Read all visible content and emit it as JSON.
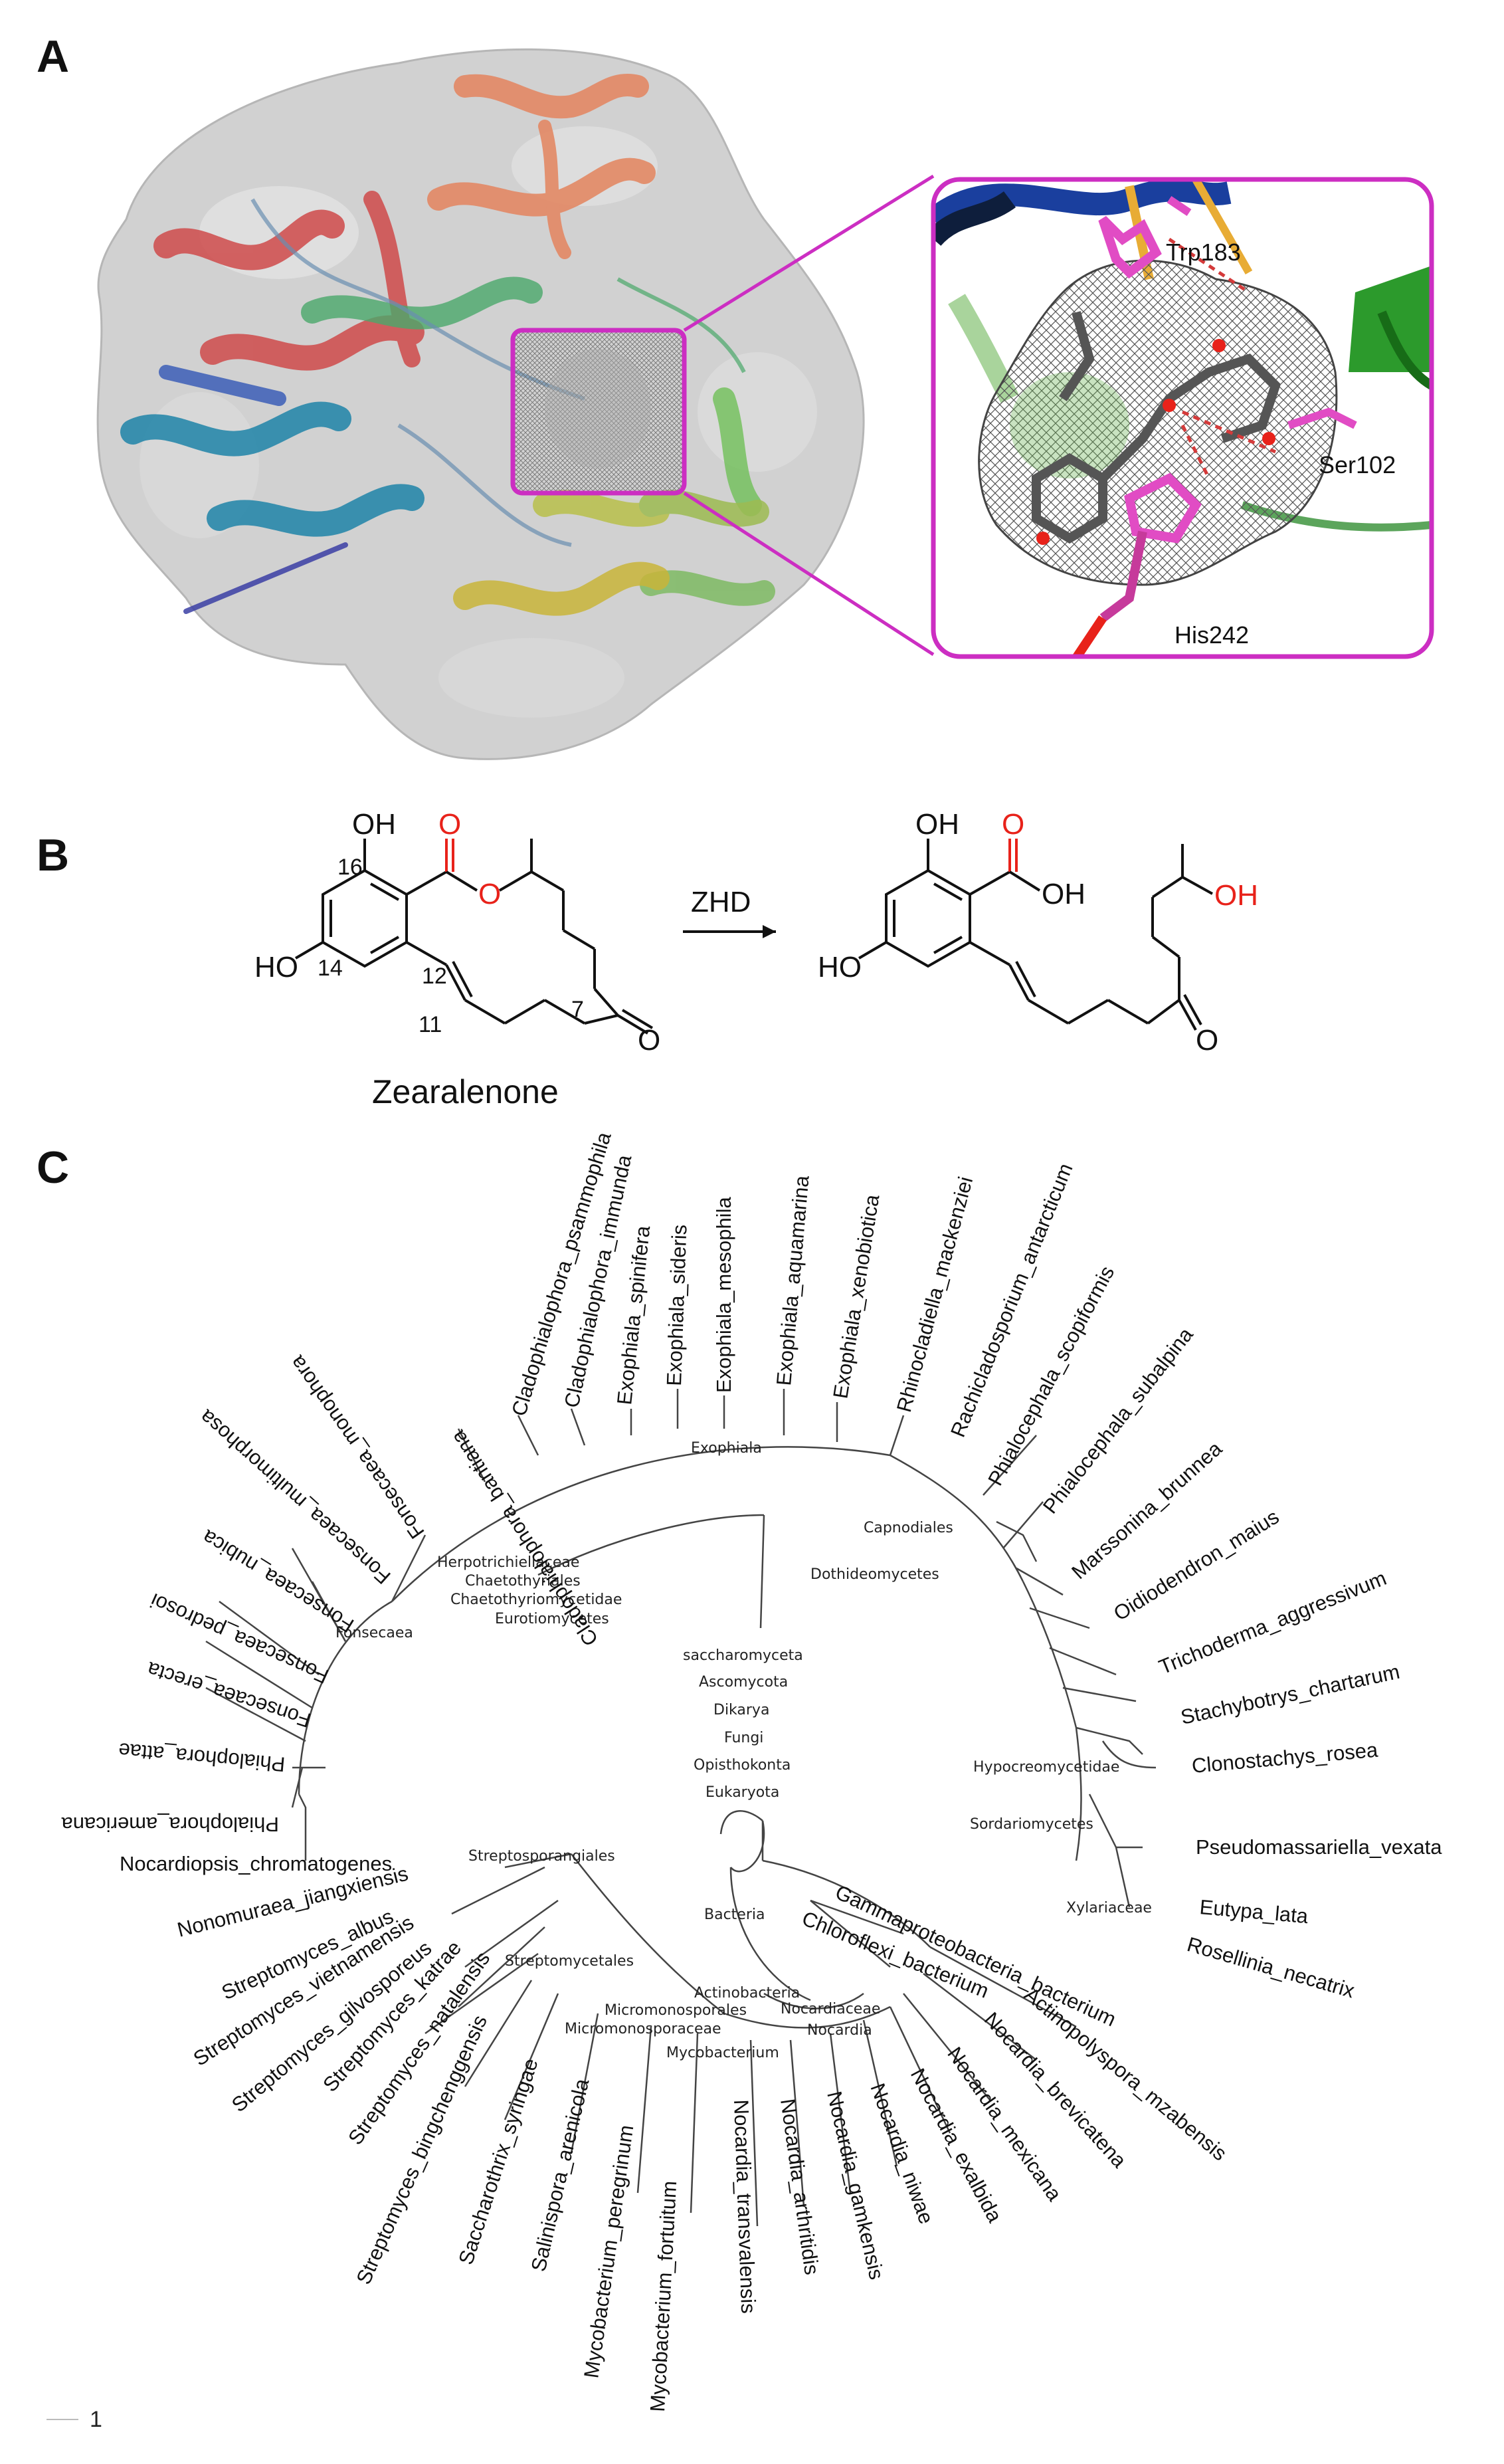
{
  "panels": {
    "a": {
      "letter": "A",
      "residues": [
        "Trp183",
        "Ser102",
        "His242"
      ]
    },
    "b": {
      "letter": "B",
      "reagent": "ZHD",
      "compound_name": "Zearalenone",
      "atoms": {
        "oh_top_left": "OH",
        "ho_left": "HO",
        "o_ester_carbonyl": "O",
        "o_ester_ring": "O",
        "o_ketone_left": "O",
        "oh_top_right": "OH",
        "o_acid": "O",
        "oh_acid": "OH",
        "ho_right": "HO",
        "oh_red": "OH",
        "o_ketone_right": "O"
      },
      "carbon_numbers": [
        "16",
        "14",
        "12",
        "11",
        "7"
      ]
    },
    "c": {
      "letter": "C",
      "clades": [
        "Herpotrichiellaceae",
        "Chaetothyriales",
        "Chaetothyriomycetidae",
        "Eurotiomycetes",
        "Fonsecaea",
        "Exophiala",
        "Capnodiales",
        "Dothideomycetes",
        "Hypocreomycetidae",
        "Sordariomycetes",
        "Xylariaceae",
        "saccharomyceta",
        "Ascomycota",
        "Dikarya",
        "Fungi",
        "Opisthokonta",
        "Eukaryota",
        "Bacteria",
        "Streptosporangiales",
        "Streptomycetales",
        "Actinobacteria",
        "Micromonosporales",
        "Micromonosporaceae",
        "Nocardiaceae",
        "Nocardia",
        "Mycobacterium"
      ],
      "leaves": [
        "Cladophialophora_psammophila",
        "Cladophialophora_immunda",
        "Exophiala_spinifera",
        "Exophiala_sideris",
        "Exophiala_mesophila",
        "Exophiala_aquamarina",
        "Exophiala_xenobiotica",
        "Rhinocladiella_mackenziei",
        "Rachicladosporium_antarcticum",
        "Cladophialophora_bantiana",
        "Fonsecaea_monophora",
        "Fonsecaea_multimorphosa",
        "Fonsecaea_nubica",
        "Fonsecaea_pedrosoi",
        "Fonsecaea_erecta",
        "Phialophora_attae",
        "Phialophora_americana",
        "Phialocephala_scopiformis",
        "Phialocephala_subalpina",
        "Marssonina_brunnea",
        "Oidiodendron_maius",
        "Trichoderma_aggressivum",
        "Stachybotrys_chartarum",
        "Clonostachys_rosea",
        "Pseudomassariella_vexata",
        "Eutypa_lata",
        "Rosellinia_necatrix",
        "Nocardiopsis_chromatogenes",
        "Nonomuraea_jiangxiensis",
        "Streptomyces_albus",
        "Streptomyces_vietnamensis",
        "Streptomyces_gilvosporeus",
        "Streptomyces_katrae",
        "Streptomyces_natalensis",
        "Streptomyces_bingchenggensis",
        "Saccharothrix_syringae",
        "Salinispora_arenicola",
        "Mycobacterium_peregrinum",
        "Mycobacterium_fortuitum",
        "Nocardia_transvalensis",
        "Nocardia_arthritidis",
        "Nocardia_gamkensis",
        "Nocardia_niwae",
        "Nocardia_exalbida",
        "Nocardia_mexicana",
        "Nocardia_brevicatena",
        "Actinopolyspora_mzabensis",
        "Chloroflexi_bacterium",
        "Gammaproteobacteria_bacterium"
      ],
      "scale_label": "1"
    }
  },
  "colors": {
    "magenta": "#cc2ec2",
    "red_atom": "#e8221a",
    "helix_orange": "#e4845e",
    "helix_red": "#cf4b4b",
    "helix_green": "#4aa86a",
    "helix_teal": "#1f84a8",
    "helix_yellow": "#c9b53a",
    "surface_grey": "#c9c9c9"
  }
}
